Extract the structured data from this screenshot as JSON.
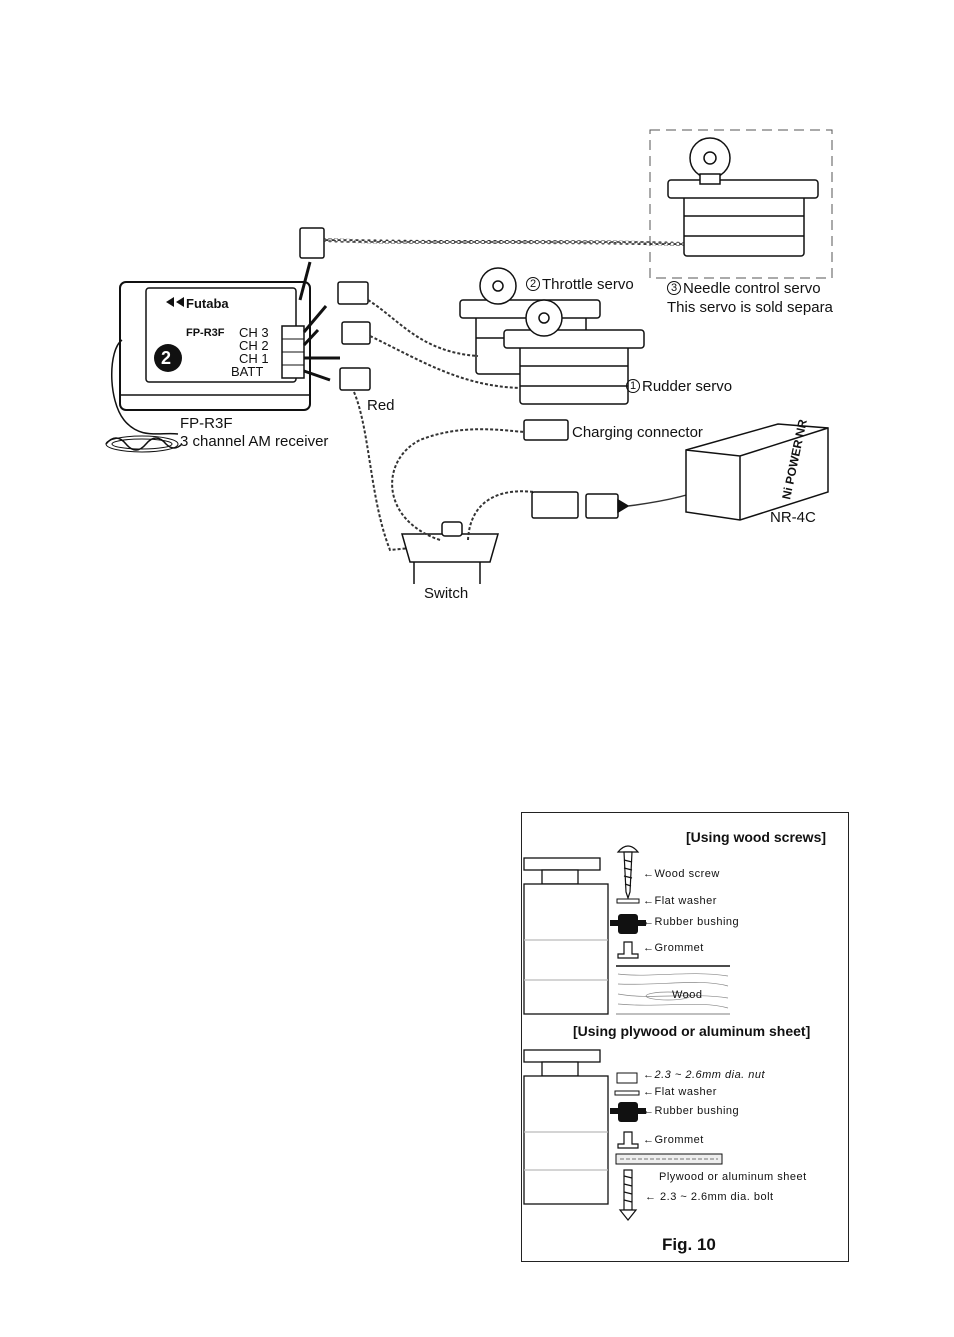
{
  "wiring": {
    "brand": "Futaba",
    "model_tag": "FP-R3F",
    "channels": [
      "CH 3",
      "CH 2",
      "CH 1",
      "BATT"
    ],
    "badge_number": "2",
    "receiver_model": "FP-R3F",
    "receiver_desc": "3 channel AM receiver",
    "throttle_label": "Throttle servo",
    "throttle_num": "2",
    "needle_num": "3",
    "needle_label": "Needle control servo",
    "needle_note": "This servo is sold separa",
    "rudder_num": "1",
    "rudder_label": "Rudder servo",
    "red_label": "Red",
    "charging_label": "Charging connector",
    "battery_label": "NR-4C",
    "battery_text": "Ni POWER NR",
    "switch_label": "Switch"
  },
  "mounting": {
    "title_wood": "[Using wood screws]",
    "wood_screw": "←Wood screw",
    "flat_washer_1": "←Flat washer",
    "rubber_bushing_1": "←Rubber bushing",
    "grommet_1": "←Grommet",
    "wood": "Wood",
    "title_ply": "[Using plywood or aluminum sheet]",
    "nut": "←2.3 ~ 2.6mm dia. nut",
    "flat_washer_2": "←Flat washer",
    "rubber_bushing_2": "←Rubber bushing",
    "grommet_2": "←Grommet",
    "sheet": "Plywood or aluminum sheet",
    "bolt": "← 2.3 ~ 2.6mm dia. bolt",
    "fig_label": "Fig. 10"
  }
}
